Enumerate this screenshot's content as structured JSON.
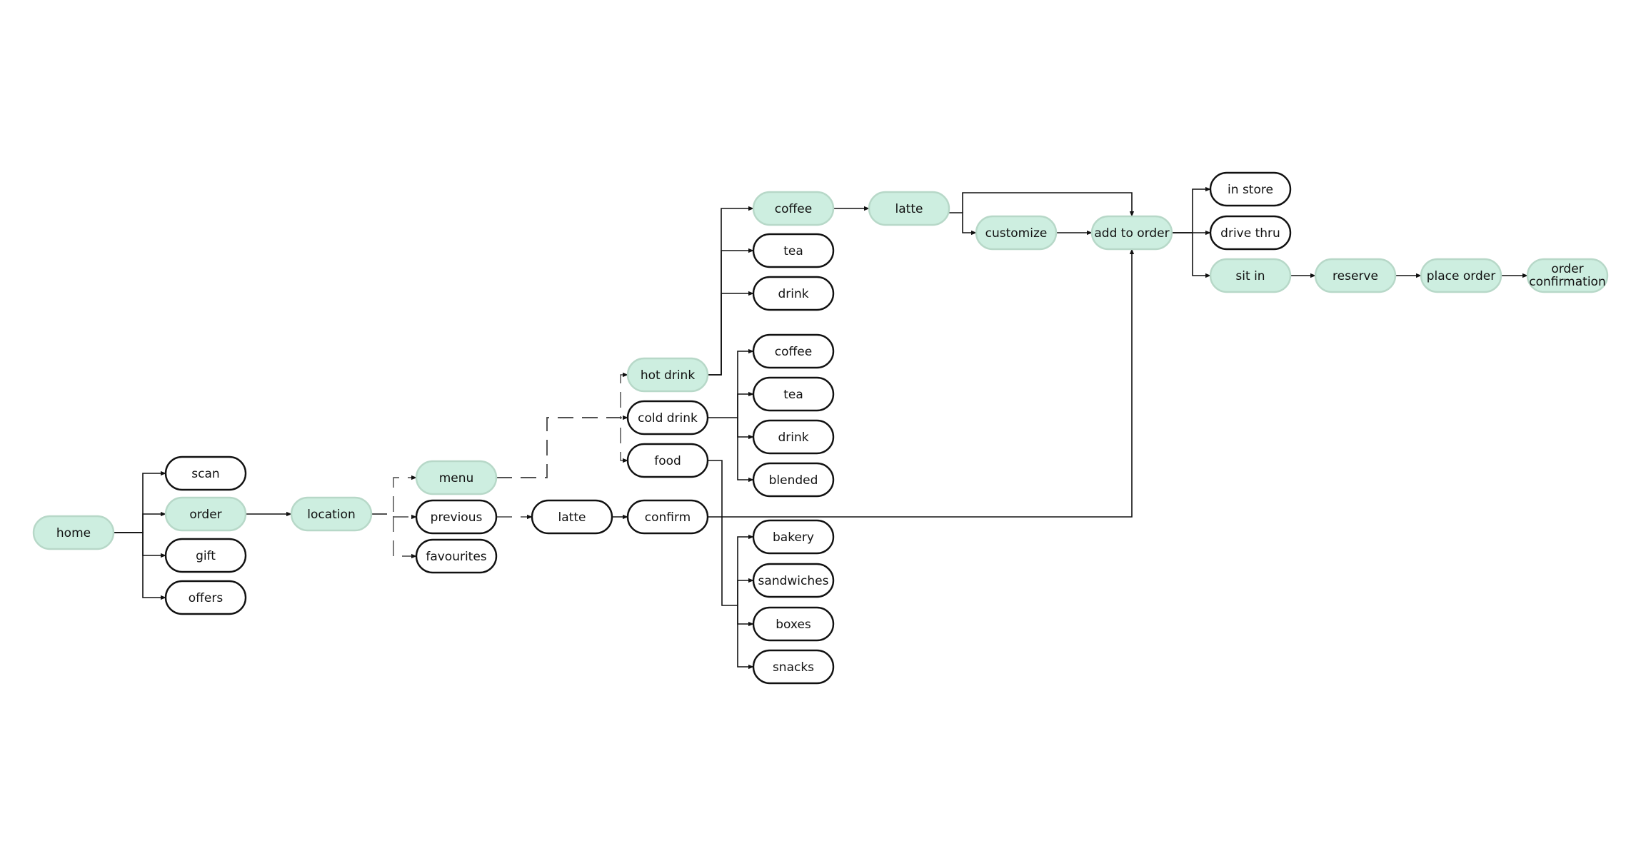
{
  "colors": {
    "highlight_fill": "#cdeee0",
    "highlight_stroke": "#b7d8c8",
    "plain_fill": "#ffffff",
    "plain_stroke": "#111111",
    "edge": "#111111"
  },
  "nodes": {
    "home": {
      "label": "home",
      "highlighted": true
    },
    "scan": {
      "label": "scan",
      "highlighted": false
    },
    "order": {
      "label": "order",
      "highlighted": true
    },
    "gift": {
      "label": "gift",
      "highlighted": false
    },
    "offers": {
      "label": "offers",
      "highlighted": false
    },
    "location": {
      "label": "location",
      "highlighted": true
    },
    "menu": {
      "label": "menu",
      "highlighted": true
    },
    "previous": {
      "label": "previous",
      "highlighted": false
    },
    "favourites": {
      "label": "favourites",
      "highlighted": false
    },
    "latte_prev": {
      "label": "latte",
      "highlighted": false
    },
    "confirm": {
      "label": "confirm",
      "highlighted": false
    },
    "hot_drink": {
      "label": "hot drink",
      "highlighted": true
    },
    "cold_drink": {
      "label": "cold drink",
      "highlighted": false
    },
    "food": {
      "label": "food",
      "highlighted": false
    },
    "hot_coffee": {
      "label": "coffee",
      "highlighted": true
    },
    "hot_tea": {
      "label": "tea",
      "highlighted": false
    },
    "hot_drink_item": {
      "label": "drink",
      "highlighted": false
    },
    "cold_coffee": {
      "label": "coffee",
      "highlighted": false
    },
    "cold_tea": {
      "label": "tea",
      "highlighted": false
    },
    "cold_drink_item": {
      "label": "drink",
      "highlighted": false
    },
    "blended": {
      "label": "blended",
      "highlighted": false
    },
    "bakery": {
      "label": "bakery",
      "highlighted": false
    },
    "sandwiches": {
      "label": "sandwiches",
      "highlighted": false
    },
    "boxes": {
      "label": "boxes",
      "highlighted": false
    },
    "snacks": {
      "label": "snacks",
      "highlighted": false
    },
    "latte_menu": {
      "label": "latte",
      "highlighted": true
    },
    "customize": {
      "label": "customize",
      "highlighted": true
    },
    "add_to_order": {
      "label": "add to order",
      "highlighted": true
    },
    "in_store": {
      "label": "in store",
      "highlighted": false
    },
    "drive_thru": {
      "label": "drive thru",
      "highlighted": false
    },
    "sit_in": {
      "label": "sit in",
      "highlighted": true
    },
    "reserve": {
      "label": "reserve",
      "highlighted": true
    },
    "place_order": {
      "label": "place order",
      "highlighted": true
    },
    "order_confirmation": {
      "label": "order\nconfirmation",
      "highlighted": true
    }
  },
  "edges": [
    {
      "from": "home",
      "to": "scan",
      "style": "solid"
    },
    {
      "from": "home",
      "to": "order",
      "style": "solid"
    },
    {
      "from": "home",
      "to": "gift",
      "style": "solid"
    },
    {
      "from": "home",
      "to": "offers",
      "style": "solid"
    },
    {
      "from": "order",
      "to": "location",
      "style": "solid"
    },
    {
      "from": "location",
      "to": "menu",
      "style": "dashed"
    },
    {
      "from": "location",
      "to": "previous",
      "style": "dashed"
    },
    {
      "from": "location",
      "to": "favourites",
      "style": "dashed"
    },
    {
      "from": "menu",
      "to": "hot_drink",
      "style": "dashed"
    },
    {
      "from": "menu",
      "to": "cold_drink",
      "style": "dashed"
    },
    {
      "from": "menu",
      "to": "food",
      "style": "dashed"
    },
    {
      "from": "previous",
      "to": "latte_prev",
      "style": "dashed"
    },
    {
      "from": "latte_prev",
      "to": "confirm",
      "style": "solid"
    },
    {
      "from": "confirm",
      "to": "add_to_order",
      "style": "solid"
    },
    {
      "from": "hot_drink",
      "to": "hot_coffee",
      "style": "solid"
    },
    {
      "from": "hot_drink",
      "to": "hot_tea",
      "style": "solid"
    },
    {
      "from": "hot_drink",
      "to": "hot_drink_item",
      "style": "solid"
    },
    {
      "from": "cold_drink",
      "to": "cold_coffee",
      "style": "solid"
    },
    {
      "from": "cold_drink",
      "to": "cold_tea",
      "style": "solid"
    },
    {
      "from": "cold_drink",
      "to": "cold_drink_item",
      "style": "solid"
    },
    {
      "from": "cold_drink",
      "to": "blended",
      "style": "solid"
    },
    {
      "from": "food",
      "to": "bakery",
      "style": "solid"
    },
    {
      "from": "food",
      "to": "sandwiches",
      "style": "solid"
    },
    {
      "from": "food",
      "to": "boxes",
      "style": "solid"
    },
    {
      "from": "food",
      "to": "snacks",
      "style": "solid"
    },
    {
      "from": "hot_coffee",
      "to": "latte_menu",
      "style": "solid"
    },
    {
      "from": "latte_menu",
      "to": "customize",
      "style": "solid"
    },
    {
      "from": "latte_menu",
      "to": "add_to_order",
      "style": "solid"
    },
    {
      "from": "customize",
      "to": "add_to_order",
      "style": "solid"
    },
    {
      "from": "add_to_order",
      "to": "in_store",
      "style": "solid"
    },
    {
      "from": "add_to_order",
      "to": "drive_thru",
      "style": "solid"
    },
    {
      "from": "add_to_order",
      "to": "sit_in",
      "style": "solid"
    },
    {
      "from": "sit_in",
      "to": "reserve",
      "style": "solid"
    },
    {
      "from": "reserve",
      "to": "place_order",
      "style": "solid"
    },
    {
      "from": "place_order",
      "to": "order_confirmation",
      "style": "solid"
    }
  ]
}
